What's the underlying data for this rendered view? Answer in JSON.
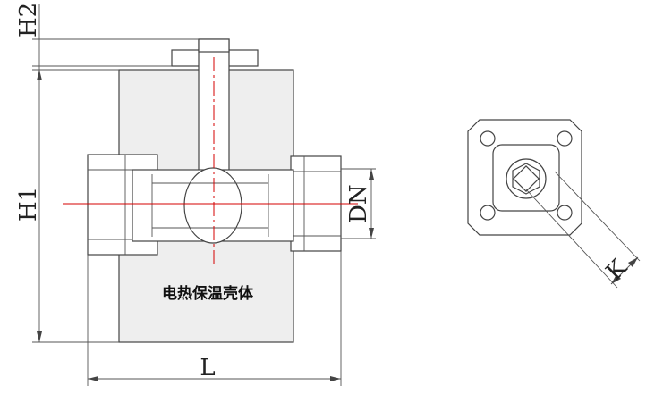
{
  "labels": {
    "h2": "H2",
    "h1": "H1",
    "dn": "DN",
    "l": "L",
    "k": "K",
    "jacket": "电热保温壳体"
  },
  "colors": {
    "centerline": "#d40000",
    "outline": "#444444",
    "jacket_fill": "#eeeeee"
  }
}
